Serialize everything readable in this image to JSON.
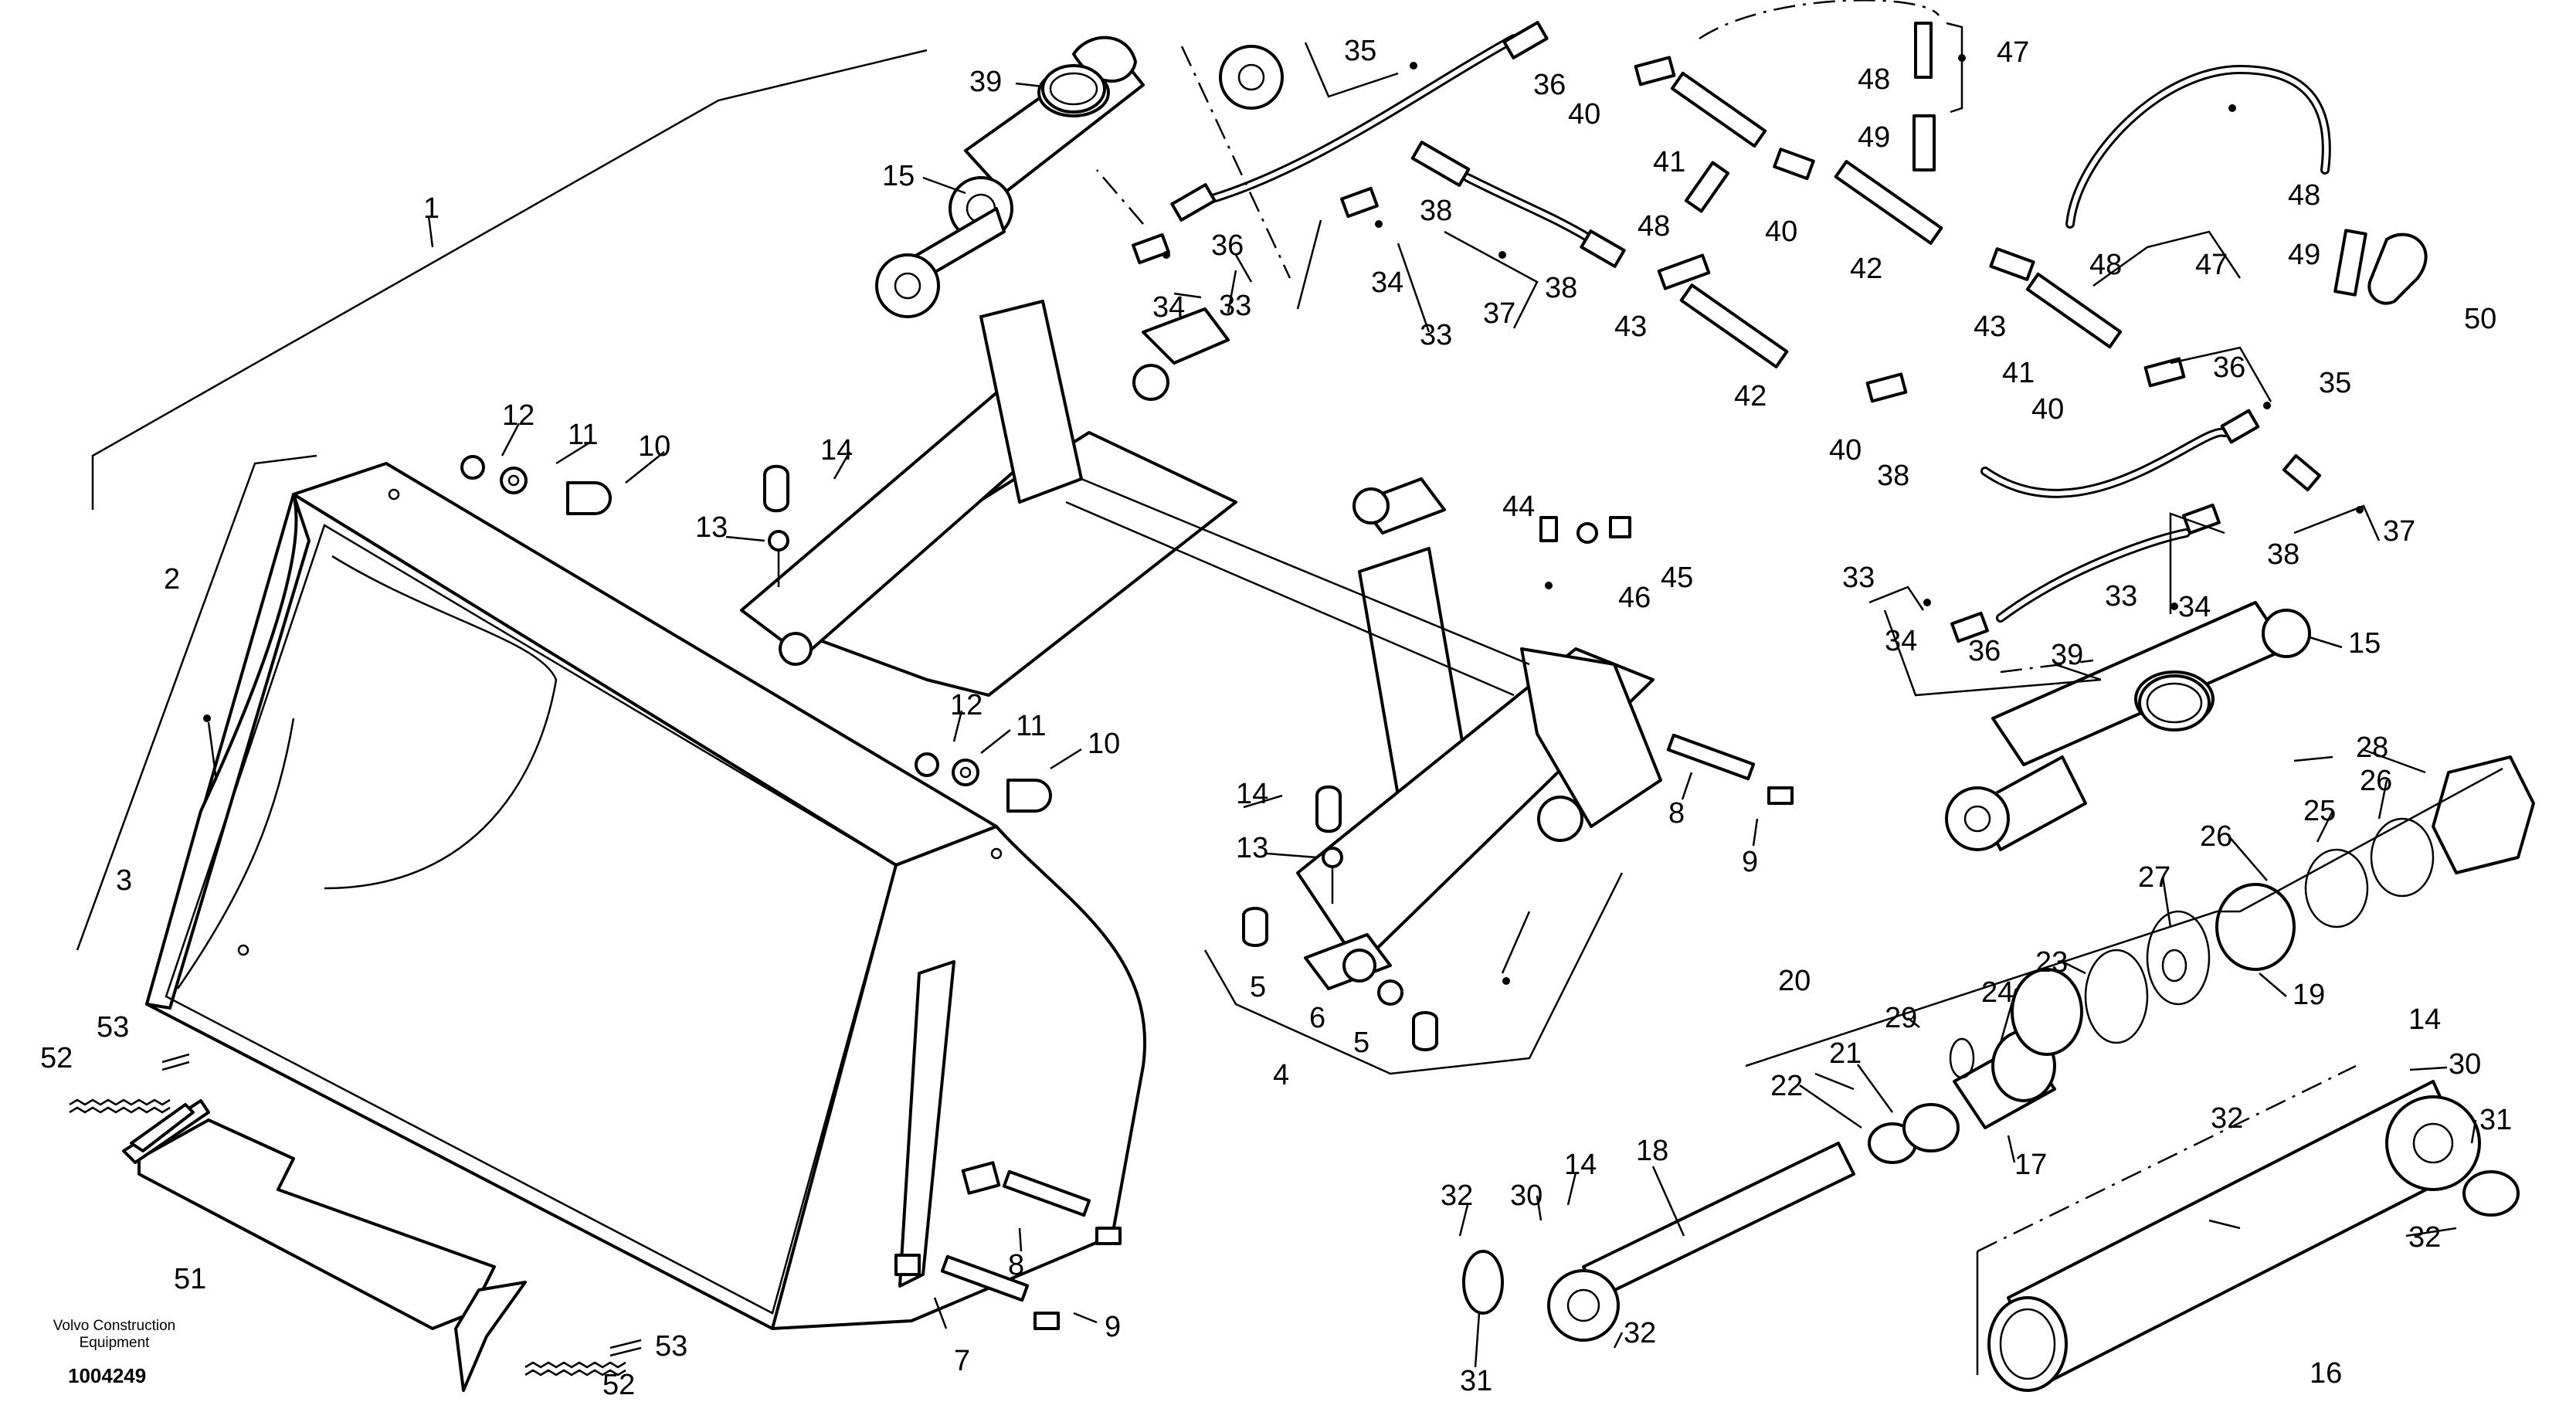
{
  "diagram": {
    "footer": {
      "brand_line1": "Volvo Construction",
      "brand_line2": "Equipment",
      "drawing_number": "1004249"
    },
    "callouts": [
      {
        "id": "c1",
        "text": "1"
      },
      {
        "id": "c2",
        "text": "2"
      },
      {
        "id": "c3",
        "text": "3"
      },
      {
        "id": "c4",
        "text": "4"
      },
      {
        "id": "c5a",
        "text": "5"
      },
      {
        "id": "c5b",
        "text": "5"
      },
      {
        "id": "c6",
        "text": "6"
      },
      {
        "id": "c7",
        "text": "7"
      },
      {
        "id": "c8a",
        "text": "8"
      },
      {
        "id": "c8b",
        "text": "8"
      },
      {
        "id": "c9a",
        "text": "9"
      },
      {
        "id": "c9b",
        "text": "9"
      },
      {
        "id": "c10a",
        "text": "10"
      },
      {
        "id": "c10b",
        "text": "10"
      },
      {
        "id": "c11a",
        "text": "11"
      },
      {
        "id": "c11b",
        "text": "11"
      },
      {
        "id": "c12a",
        "text": "12"
      },
      {
        "id": "c12b",
        "text": "12"
      },
      {
        "id": "c13a",
        "text": "13"
      },
      {
        "id": "c13b",
        "text": "13"
      },
      {
        "id": "c14a",
        "text": "14"
      },
      {
        "id": "c14b",
        "text": "14"
      },
      {
        "id": "c14c",
        "text": "14"
      },
      {
        "id": "c14d",
        "text": "14"
      },
      {
        "id": "c15a",
        "text": "15"
      },
      {
        "id": "c15b",
        "text": "15"
      },
      {
        "id": "c16",
        "text": "16"
      },
      {
        "id": "c17",
        "text": "17"
      },
      {
        "id": "c18",
        "text": "18"
      },
      {
        "id": "c19",
        "text": "19"
      },
      {
        "id": "c20",
        "text": "20"
      },
      {
        "id": "c21",
        "text": "21"
      },
      {
        "id": "c22",
        "text": "22"
      },
      {
        "id": "c23",
        "text": "23"
      },
      {
        "id": "c24",
        "text": "24"
      },
      {
        "id": "c25",
        "text": "25"
      },
      {
        "id": "c26a",
        "text": "26"
      },
      {
        "id": "c26b",
        "text": "26"
      },
      {
        "id": "c27",
        "text": "27"
      },
      {
        "id": "c28",
        "text": "28"
      },
      {
        "id": "c29",
        "text": "29"
      },
      {
        "id": "c30a",
        "text": "30"
      },
      {
        "id": "c30b",
        "text": "30"
      },
      {
        "id": "c31a",
        "text": "31"
      },
      {
        "id": "c31b",
        "text": "31"
      },
      {
        "id": "c32a",
        "text": "32"
      },
      {
        "id": "c32b",
        "text": "32"
      },
      {
        "id": "c32c",
        "text": "32"
      },
      {
        "id": "c32d",
        "text": "32"
      },
      {
        "id": "c33a",
        "text": "33"
      },
      {
        "id": "c33b",
        "text": "33"
      },
      {
        "id": "c33c",
        "text": "33"
      },
      {
        "id": "c33d",
        "text": "33"
      },
      {
        "id": "c34a",
        "text": "34"
      },
      {
        "id": "c34b",
        "text": "34"
      },
      {
        "id": "c34c",
        "text": "34"
      },
      {
        "id": "c34d",
        "text": "34"
      },
      {
        "id": "c35a",
        "text": "35"
      },
      {
        "id": "c35b",
        "text": "35"
      },
      {
        "id": "c36a",
        "text": "36"
      },
      {
        "id": "c36b",
        "text": "36"
      },
      {
        "id": "c36c",
        "text": "36"
      },
      {
        "id": "c36d",
        "text": "36"
      },
      {
        "id": "c37a",
        "text": "37"
      },
      {
        "id": "c37b",
        "text": "37"
      },
      {
        "id": "c38a",
        "text": "38"
      },
      {
        "id": "c38b",
        "text": "38"
      },
      {
        "id": "c38c",
        "text": "38"
      },
      {
        "id": "c38d",
        "text": "38"
      },
      {
        "id": "c39a",
        "text": "39"
      },
      {
        "id": "c39b",
        "text": "39"
      },
      {
        "id": "c40a",
        "text": "40"
      },
      {
        "id": "c40b",
        "text": "40"
      },
      {
        "id": "c40c",
        "text": "40"
      },
      {
        "id": "c40d",
        "text": "40"
      },
      {
        "id": "c41a",
        "text": "41"
      },
      {
        "id": "c41b",
        "text": "41"
      },
      {
        "id": "c42a",
        "text": "42"
      },
      {
        "id": "c42b",
        "text": "42"
      },
      {
        "id": "c43a",
        "text": "43"
      },
      {
        "id": "c43b",
        "text": "43"
      },
      {
        "id": "c44",
        "text": "44"
      },
      {
        "id": "c45",
        "text": "45"
      },
      {
        "id": "c46",
        "text": "46"
      },
      {
        "id": "c47a",
        "text": "47"
      },
      {
        "id": "c47b",
        "text": "47"
      },
      {
        "id": "c48a",
        "text": "48"
      },
      {
        "id": "c48b",
        "text": "48"
      },
      {
        "id": "c48c",
        "text": "48"
      },
      {
        "id": "c48d",
        "text": "48"
      },
      {
        "id": "c49a",
        "text": "49"
      },
      {
        "id": "c49b",
        "text": "49"
      },
      {
        "id": "c50",
        "text": "50"
      },
      {
        "id": "c51",
        "text": "51"
      },
      {
        "id": "c52a",
        "text": "52"
      },
      {
        "id": "c52b",
        "text": "52"
      },
      {
        "id": "c53a",
        "text": "53"
      },
      {
        "id": "c53b",
        "text": "53"
      }
    ]
  }
}
